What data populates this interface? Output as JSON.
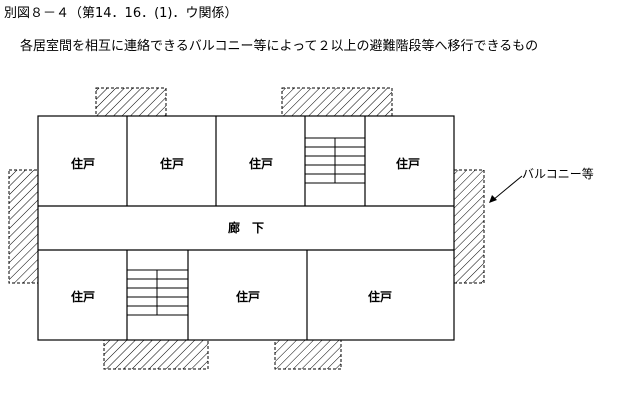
{
  "figure": {
    "title": "別図８－４（第14．16．(1)．ウ関係）",
    "caption": "各居室間を相互に連絡できるバルコニー等によって２以上の避難階段等へ移行できるもの"
  },
  "labels": {
    "unit": "住戸",
    "corridor": "廊　下",
    "balcony_callout": "バルコニー等"
  },
  "colors": {
    "line": "#000000",
    "hatch": "#000000",
    "fill": "#ffffff"
  }
}
